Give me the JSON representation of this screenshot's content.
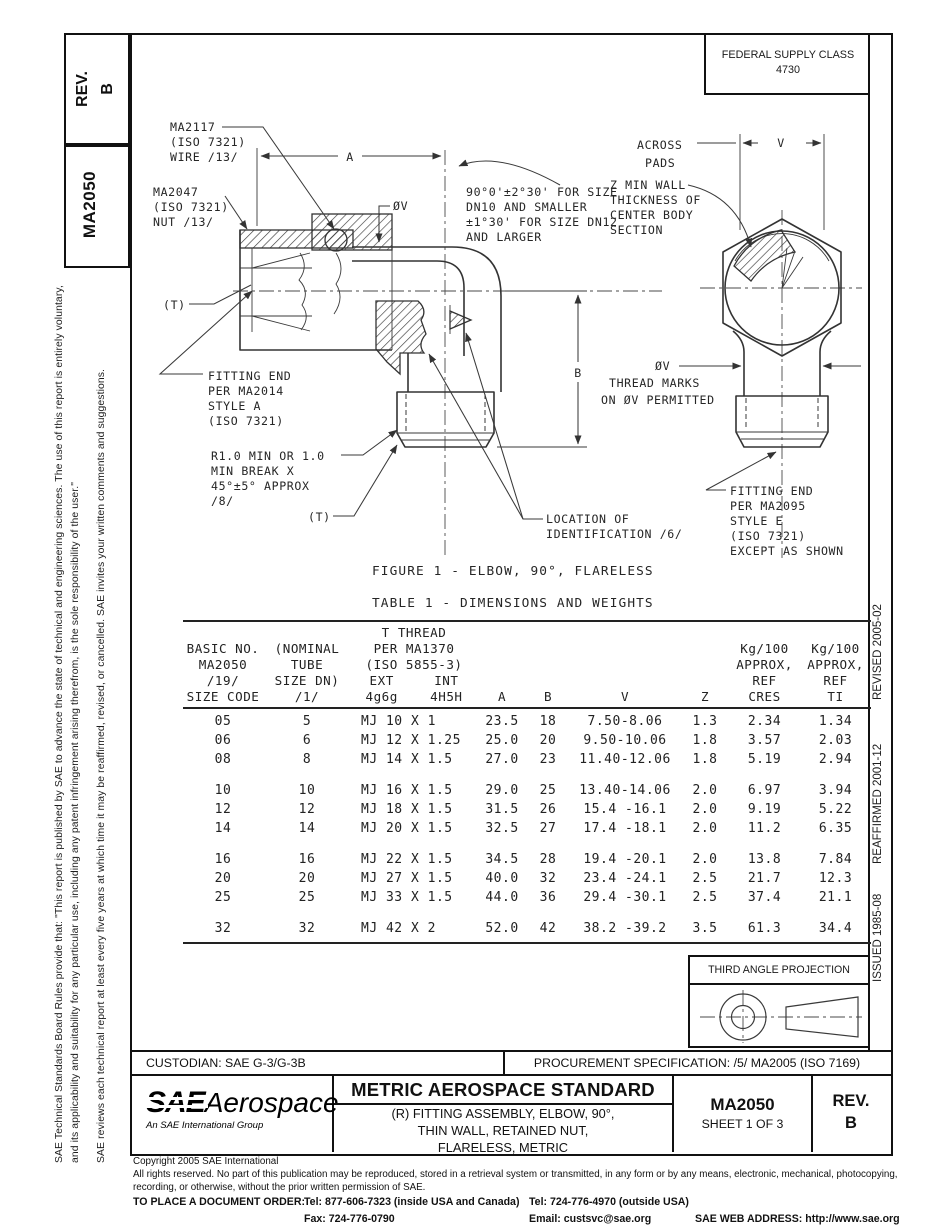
{
  "side_left": {
    "rev_label": "REV.",
    "rev_value": "B",
    "doc_number": "MA2050",
    "disclaimer_1": "SAE Technical Standards Board Rules provide that: \"This report is published by SAE to advance the state of technical and engineering sciences. The use of this report is entirely voluntary, and its applicability and suitability for any particular use, including any patent infringement arising therefrom, is the sole responsibility of the user.\"",
    "disclaimer_2": "SAE reviews each technical report at least every five years at which time it may be reaffirmed, revised, or cancelled. SAE invites your written comments and suggestions."
  },
  "side_right": {
    "revised": "REVISED 2005-02",
    "reaffirmed": "REAFFIRMED 2001-12",
    "issued": "ISSUED 1985-08"
  },
  "header": {
    "fsc_label": "FEDERAL SUPPLY CLASS",
    "fsc_value": "4730"
  },
  "drawing": {
    "ma2117": [
      "MA2117",
      "(ISO 7321)",
      "WIRE /13/"
    ],
    "ma2047": [
      "MA2047",
      "(ISO 7321)",
      "NUT /13/"
    ],
    "t_upper": "(T)",
    "t_lower": "(T)",
    "fitting_end_a": [
      "FITTING END",
      "PER MA2014",
      "STYLE A",
      "(ISO 7321)"
    ],
    "radius_note": [
      "R1.0 MIN OR 1.0",
      "MIN BREAK X",
      "45°±5° APPROX",
      "/8/"
    ],
    "angle_note": [
      "90°0'±2°30' FOR SIZE",
      "DN10 AND SMALLER",
      "±1°30' FOR SIZE DN12",
      "AND LARGER"
    ],
    "location_note": [
      "LOCATION OF",
      "IDENTIFICATION /6/"
    ],
    "dim_a": "A",
    "dim_b": "B",
    "dim_v": "V",
    "dia_v": "ØV",
    "across_pads": [
      "ACROSS",
      "PADS"
    ],
    "z_note": [
      "Z MIN WALL",
      "THICKNESS OF",
      "CENTER BODY",
      "SECTION"
    ],
    "thread_marks": [
      "ØV",
      "THREAD MARKS",
      "ON ØV PERMITTED"
    ],
    "fitting_end_e": [
      "FITTING END",
      "PER MA2095",
      "STYLE E",
      "(ISO 7321)",
      "EXCEPT AS SHOWN"
    ],
    "figure_caption": "FIGURE 1 - ELBOW, 90°, FLARELESS",
    "table_caption": "TABLE 1 - DIMENSIONS AND WEIGHTS"
  },
  "table": {
    "header": {
      "col_size": [
        "BASIC NO.",
        "MA2050",
        "/19/",
        "SIZE CODE"
      ],
      "col_tube": [
        "(NOMINAL",
        "TUBE",
        "SIZE DN)",
        "/1/"
      ],
      "col_thread": [
        "T THREAD",
        "PER MA1370",
        "(ISO 5855-3)",
        "EXT     INT",
        "4g6g    4H5H"
      ],
      "col_a": "A",
      "col_b": "B",
      "col_v": "V",
      "col_z": "Z",
      "col_cres": [
        "Kg/100",
        "APPROX,",
        "REF",
        "CRES"
      ],
      "col_ti": [
        "Kg/100",
        "APPROX,",
        "REF",
        "TI"
      ]
    },
    "row_groups": [
      [
        [
          "05",
          "5",
          "MJ 10 X 1",
          "23.5",
          "18",
          "7.50-8.06",
          "1.3",
          "2.34",
          "1.34"
        ],
        [
          "06",
          "6",
          "MJ 12 X 1.25",
          "25.0",
          "20",
          "9.50-10.06",
          "1.8",
          "3.57",
          "2.03"
        ],
        [
          "08",
          "8",
          "MJ 14 X 1.5",
          "27.0",
          "23",
          "11.40-12.06",
          "1.8",
          "5.19",
          "2.94"
        ]
      ],
      [
        [
          "10",
          "10",
          "MJ 16 X 1.5",
          "29.0",
          "25",
          "13.40-14.06",
          "2.0",
          "6.97",
          "3.94"
        ],
        [
          "12",
          "12",
          "MJ 18 X 1.5",
          "31.5",
          "26",
          "15.4 -16.1",
          "2.0",
          "9.19",
          "5.22"
        ],
        [
          "14",
          "14",
          "MJ 20 X 1.5",
          "32.5",
          "27",
          "17.4 -18.1",
          "2.0",
          "11.2",
          "6.35"
        ]
      ],
      [
        [
          "16",
          "16",
          "MJ 22 X 1.5",
          "34.5",
          "28",
          "19.4 -20.1",
          "2.0",
          "13.8",
          "7.84"
        ],
        [
          "20",
          "20",
          "MJ 27 X 1.5",
          "40.0",
          "32",
          "23.4 -24.1",
          "2.5",
          "21.7",
          "12.3"
        ],
        [
          "25",
          "25",
          "MJ 33 X 1.5",
          "44.0",
          "36",
          "29.4 -30.1",
          "2.5",
          "37.4",
          "21.1"
        ]
      ],
      [
        [
          "32",
          "32",
          "MJ 42 X 2",
          "52.0",
          "42",
          "38.2 -39.2",
          "3.5",
          "61.3",
          "34.4"
        ]
      ]
    ]
  },
  "projection": {
    "label": "THIRD ANGLE PROJECTION"
  },
  "footer": {
    "custodian": "CUSTODIAN: SAE G-3/G-3B",
    "procurement": "PROCUREMENT SPECIFICATION: /5/ MA2005 (ISO 7169)",
    "logo_sae": "SAE",
    "logo_aerospace": "Aerospace",
    "logo_tagline": "An SAE International Group",
    "standard_type": "METRIC AEROSPACE STANDARD",
    "title_lines": [
      "(R) FITTING ASSEMBLY, ELBOW, 90°,",
      "THIN WALL, RETAINED NUT,",
      "FLARELESS, METRIC"
    ],
    "doc_number": "MA2050",
    "sheet": "SHEET 1 OF 3",
    "rev_label": "REV.",
    "rev_value": "B",
    "copyright": "Copyright 2005 SAE International",
    "rights_1": "All rights reserved. No part of this publication may be reproduced, stored in a retrieval system or transmitted, in any form or by any means, electronic, mechanical, photocopying,",
    "rights_2": "recording, or otherwise, without the prior written permission of SAE.",
    "order_label": "TO PLACE A DOCUMENT ORDER:",
    "order_tel_1": "Tel: 877-606-7323 (inside USA and Canada)",
    "order_tel_2": "Tel: 724-776-4970 (outside USA)",
    "order_fax": "Fax: 724-776-0790",
    "order_email": "Email: custsvc@sae.org",
    "order_web": "SAE WEB ADDRESS: http://www.sae.org"
  }
}
